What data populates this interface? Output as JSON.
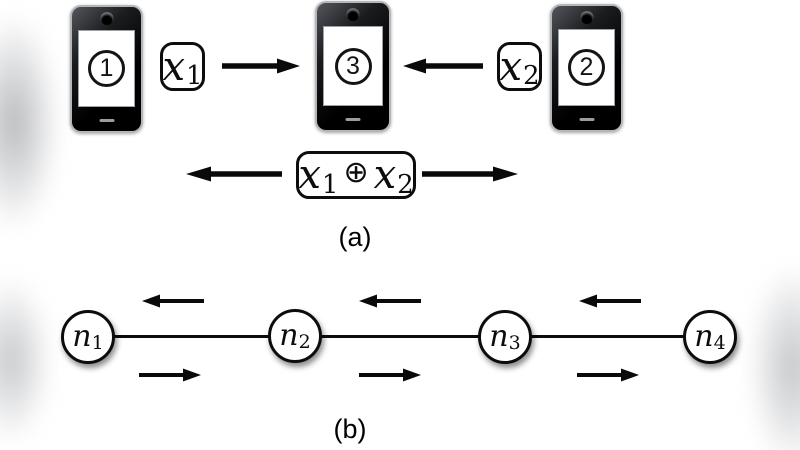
{
  "panel_a": {
    "label": "(a)",
    "phones": [
      {
        "number": "1"
      },
      {
        "number": "3"
      },
      {
        "number": "2"
      }
    ],
    "packet_x1": {
      "base": "x",
      "sub": "1"
    },
    "packet_x2": {
      "base": "x",
      "sub": "2"
    },
    "packet_xor": {
      "left_base": "x",
      "left_sub": "1",
      "operator": "⊕",
      "right_base": "x",
      "right_sub": "2"
    }
  },
  "panel_b": {
    "label": "(b)",
    "nodes": [
      {
        "base": "n",
        "sub": "1"
      },
      {
        "base": "n",
        "sub": "2"
      },
      {
        "base": "n",
        "sub": "3"
      },
      {
        "base": "n",
        "sub": "4"
      }
    ]
  },
  "colors": {
    "ink": "#0a0a0a",
    "background": "#ffffff",
    "edge_smudge": "#c4c6c9"
  }
}
